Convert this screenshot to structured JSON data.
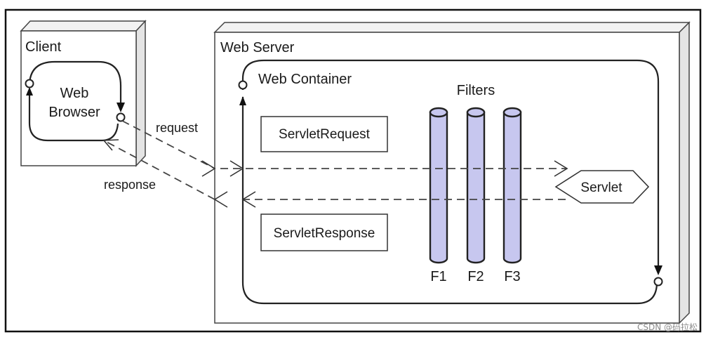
{
  "client": {
    "title": "Client",
    "browser_line1": "Web",
    "browser_line2": "Browser"
  },
  "server": {
    "title": "Web Server",
    "container_title": "Web Container"
  },
  "messages": {
    "request": "request",
    "response": "response"
  },
  "objects": {
    "servlet_request": "ServletRequest",
    "servlet_response": "ServletResponse",
    "servlet": "Servlet"
  },
  "filters": {
    "title": "Filters",
    "labels": [
      "F1",
      "F2",
      "F3"
    ],
    "fill_color": "#c7c7ef"
  },
  "watermark": "CSDN @码拉松"
}
